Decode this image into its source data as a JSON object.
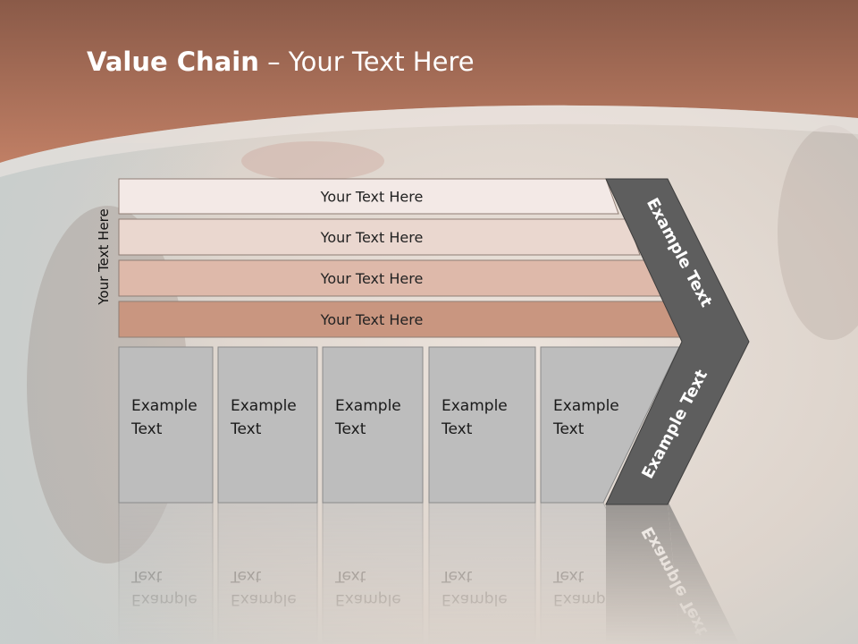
{
  "slide": {
    "title_bold": "Value Chain",
    "title_rest": " – Your Text Here",
    "side_label": "Your Text Here"
  },
  "support_rows": [
    {
      "label": "Your Text Here",
      "fill": "#f3e9e6"
    },
    {
      "label": "Your Text Here",
      "fill": "#ead7cf"
    },
    {
      "label": "Your Text Here",
      "fill": "#deb9aa"
    },
    {
      "label": "Your Text Here",
      "fill": "#c99680"
    }
  ],
  "primary_boxes": [
    {
      "line1": "Example",
      "line2": "Text"
    },
    {
      "line1": "Example",
      "line2": "Text"
    },
    {
      "line1": "Example",
      "line2": "Text"
    },
    {
      "line1": "Example",
      "line2": "Text"
    },
    {
      "line1": "Example",
      "line2": "Text"
    }
  ],
  "chevron": {
    "top_label": "Example Text",
    "bottom_label": "Example Text",
    "fill": "#5e5e5e"
  },
  "colors": {
    "header": "#a86c55",
    "box_fill": "#bdbdbd"
  }
}
